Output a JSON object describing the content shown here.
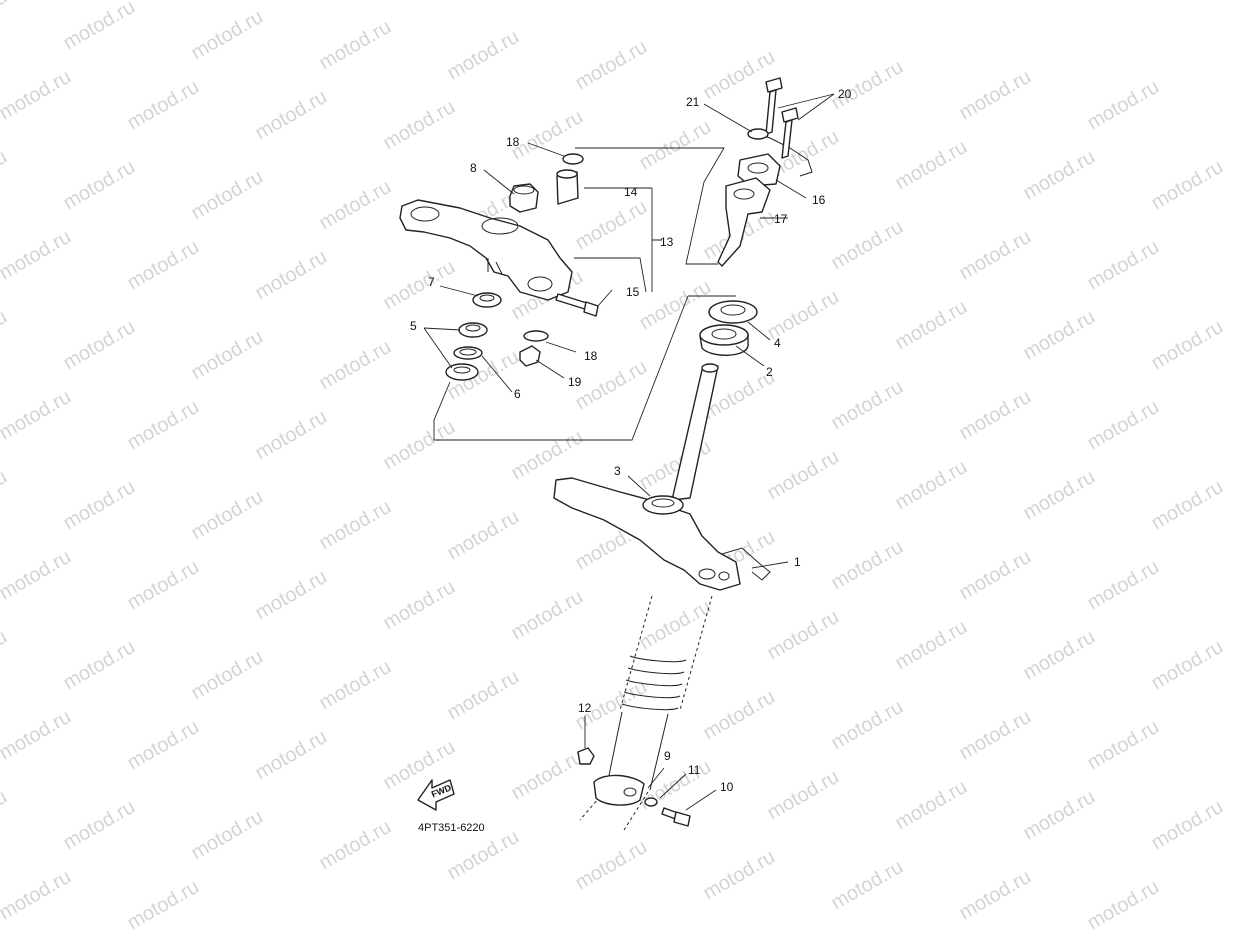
{
  "watermark": "motod.ru",
  "diagram_code": "4PT351-6220",
  "fwd_label": "FWD",
  "callouts": {
    "c1": "1",
    "c2": "2",
    "c3": "3",
    "c4": "4",
    "c5": "5",
    "c6": "6",
    "c7": "7",
    "c8": "8",
    "c9": "9",
    "c10": "10",
    "c11": "11",
    "c12": "12",
    "c13": "13",
    "c14": "14",
    "c15": "15",
    "c16": "16",
    "c17": "17",
    "c18a": "18",
    "c18b": "18",
    "c19": "19",
    "c20": "20",
    "c21": "21"
  }
}
